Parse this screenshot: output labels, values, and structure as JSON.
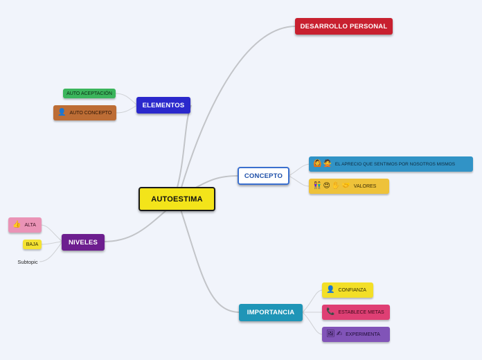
{
  "central": {
    "label": "AUTOESTIMA"
  },
  "branches": {
    "desarrollo": {
      "label": "DESARROLLO PERSONAL"
    },
    "elementos": {
      "label": "ELEMENTOS",
      "children": {
        "aceptacion": {
          "label": "AUTO ACEPTACIÓN"
        },
        "concepto": {
          "label": "AUTO CONCEPTO",
          "icons": [
            "👤"
          ]
        }
      }
    },
    "concepto": {
      "label": "CONCEPTO",
      "children": {
        "aprecio": {
          "label": "EL APRECIO QUE SENTIMOS POR NOSOTROS MISMOS",
          "icons": [
            "🙆",
            "🙅"
          ]
        },
        "valores": {
          "label": "VALORES",
          "icons": [
            "👫",
            "😍",
            "✋",
            "🤝"
          ]
        }
      }
    },
    "niveles": {
      "label": "NIVELES",
      "children": {
        "alta": {
          "label": "ALTA",
          "icons": [
            "👍"
          ]
        },
        "baja": {
          "label": "BAJA"
        },
        "subtopic": {
          "label": "Subtopic"
        }
      }
    },
    "importancia": {
      "label": "IMPORTANCIA",
      "children": {
        "confianza": {
          "label": "CONFIANZA",
          "icons": [
            "👤"
          ]
        },
        "metas": {
          "label": "ESTABLECE METAS",
          "icons": [
            "📞"
          ]
        },
        "experimenta": {
          "label": "EXPERIMENTA",
          "icons": [
            "🖼",
            "✍"
          ]
        }
      }
    }
  },
  "colors": {
    "background": "#f1f4fb",
    "link": "#c2c4c8",
    "central_fill": "#f3e41a",
    "desarrollo": "#c8202f",
    "elementos": "#2a28cc",
    "concepto_border": "#3a6fcf",
    "niveles": "#6d1e8f",
    "importancia": "#1f95b7",
    "auto_aceptacion": "#3bb55c",
    "auto_concepto": "#bd6d35",
    "aprecio": "#3193c6",
    "valores": "#eec23a",
    "alta": "#ea93b6",
    "baja": "#f4e232",
    "confianza": "#f3df27",
    "metas": "#df3f74",
    "experimenta": "#8154b8"
  }
}
